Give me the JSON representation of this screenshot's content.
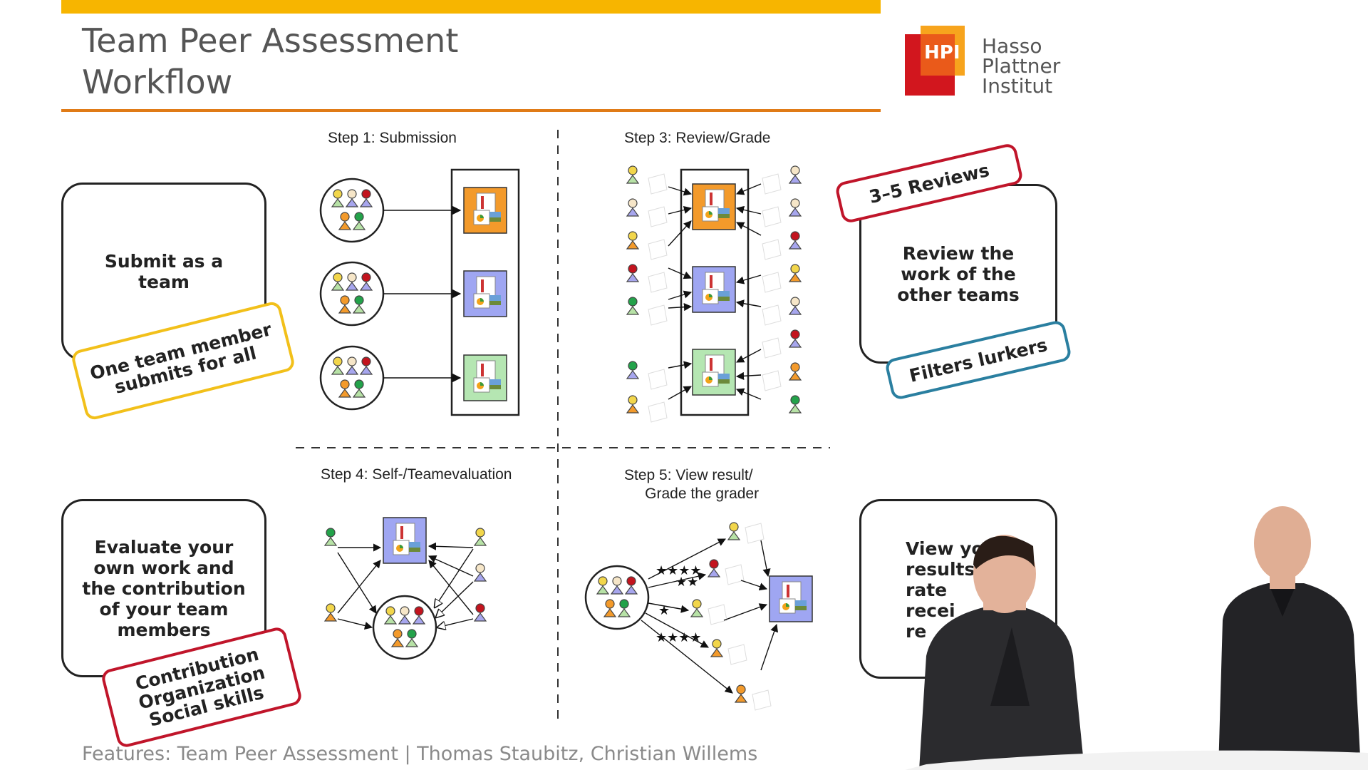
{
  "slide": {
    "title_line1": "Team Peer Assessment",
    "title_line2": "Workflow",
    "footer": "Features: Team Peer Assessment | Thomas Staubitz, Christian Willems"
  },
  "logo": {
    "badge": "HPI",
    "line1": "Hasso",
    "line2": "Plattner",
    "line3": "Institut"
  },
  "steps": {
    "step1": "Step 1: Submission",
    "step3": "Step 3: Review/Grade",
    "step4": "Step 4: Self-/Teamevaluation",
    "step5": "Step 5: View result/\n     Grade the grader"
  },
  "boxes": {
    "submit": "Submit as a\nteam",
    "review": "Review the\nwork of the\nother teams",
    "evaluate": "Evaluate your\nown work and\nthe contribution\nof your team\nmembers",
    "view": "View your\nresults\nrate\nrecei\nre"
  },
  "stamps": {
    "one_member": "One team member\nsubmits for all",
    "reviews": "3–5 Reviews",
    "lurkers": "Filters lurkers",
    "contribution": "Contribution\nOrganization\nSocial skills"
  },
  "colors": {
    "top_bar": "#f7b500",
    "title_rule": "#e07b17",
    "stamp_yellow": "#f2c01a",
    "stamp_red": "#c0152a",
    "stamp_blue": "#2a7fa0",
    "hpi_red": "#d2161e",
    "hpi_orange": "#f7a41d",
    "doc_orange": "#f39a2b",
    "doc_blue": "#9fa6f2",
    "doc_green": "#b5e6b2"
  }
}
